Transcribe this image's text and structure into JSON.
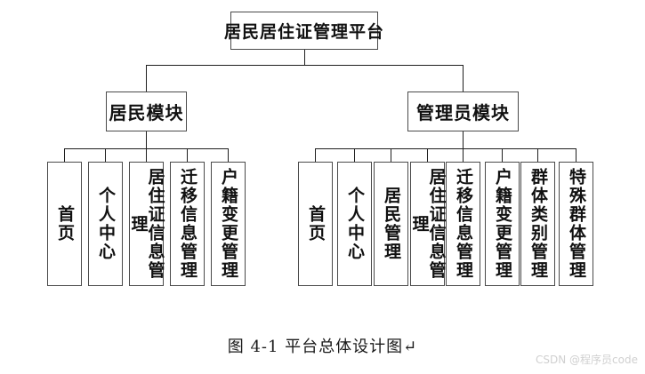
{
  "diagram": {
    "root_label": "居民居住证管理平台",
    "modules": [
      {
        "label": "居民模块",
        "children": [
          "首页",
          "个人中心",
          "居住证信息管理",
          "迁移信息管理",
          "户籍变更管理"
        ]
      },
      {
        "label": "管理员模块",
        "children": [
          "首页",
          "个人中心",
          "居民管理",
          "居住证信息管理",
          "迁移信息管理",
          "户籍变更管理",
          "群体类别管理",
          "特殊群体管理"
        ]
      }
    ]
  },
  "caption": {
    "text": "图 4-1 平台总体设计图↵"
  },
  "watermark": {
    "text": "CSDN @程序员code"
  },
  "colors": {
    "background": "#ffffff",
    "box_border": "#4a4a4a",
    "connector": "#1f1f1f",
    "text": "#111111",
    "watermark": "#d0d0d0"
  }
}
